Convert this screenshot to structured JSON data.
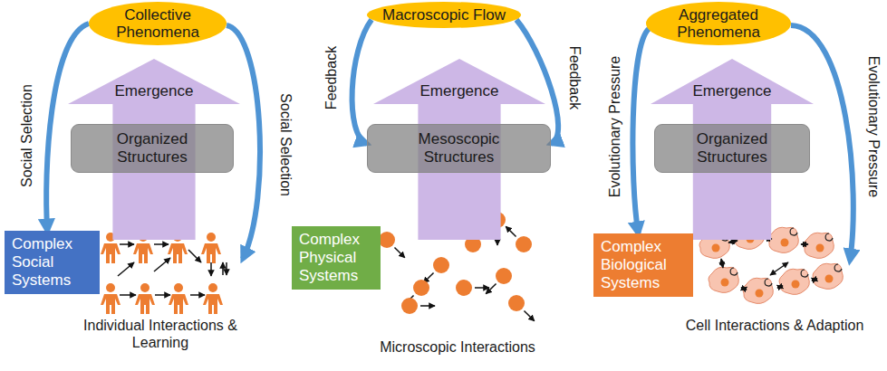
{
  "diagram": {
    "nodes": [
      {
        "text": [
          "Collective Phenomena"
        ]
      },
      {
        "text": [
          "Emergence"
        ]
      },
      {
        "text": [
          "Organized Structures"
        ]
      },
      {
        "text": [
          "Complex Social Systems"
        ]
      },
      {
        "text": [
          "Macroscopic Flow"
        ]
      },
      {
        "text": [
          "Emergence"
        ]
      },
      {
        "text": [
          "Mesoscopic Structures"
        ]
      },
      {
        "text": [
          "Complex Physical Systems"
        ]
      },
      {
        "text": [
          "Aggregated Phenomena"
        ]
      },
      {
        "text": [
          "Emergence"
        ]
      },
      {
        "text": [
          "Organized Structures"
        ]
      },
      {
        "text": [
          "Complex Biological Systems"
        ]
      }
    ],
    "edges": [
      {
        "from": 0,
        "to": 3,
        "arrow": "to",
        "label": "Social Selection"
      },
      {
        "from": 4,
        "to": 6,
        "arrow": "to",
        "label": "Feedback"
      },
      {
        "from": 4,
        "to": 6,
        "arrow": "to",
        "label": "Feedback"
      },
      {
        "from": 8,
        "to": 11,
        "arrow": "to",
        "label": "Evolutionary Pressure"
      }
    ],
    "labels": [
      "Social Selection",
      "Individual Interactions & Learning",
      "Microscopic Interactions",
      "Evolutionary Pressure",
      "Cell Interactions & Adaption"
    ]
  }
}
